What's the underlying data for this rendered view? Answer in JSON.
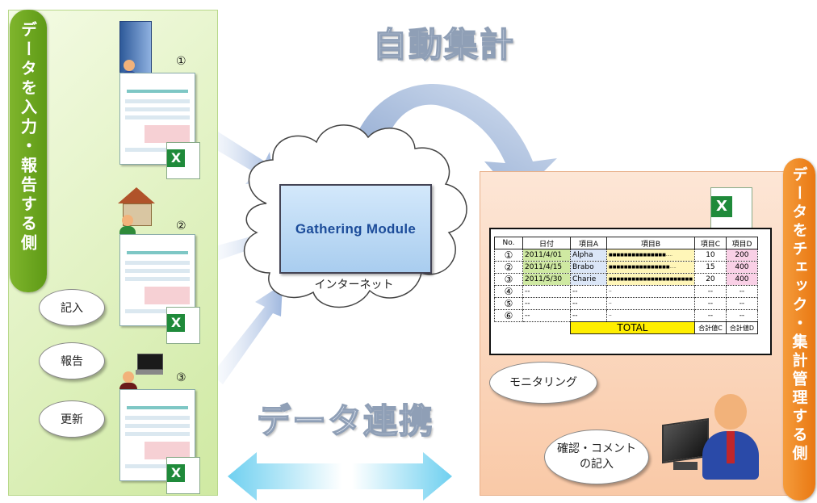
{
  "left_panel": {
    "label": "データを入力・報告する側",
    "markers": [
      "①",
      "②",
      "③"
    ],
    "actions": [
      "記入",
      "報告",
      "更新"
    ]
  },
  "center": {
    "auto_title": "自動集計",
    "module_title": "Gathering Module",
    "internet_label": "インターネット",
    "link_title": "データ連携"
  },
  "right_panel": {
    "label": "データをチェック・集計管理する側",
    "monitoring": "モニタリング",
    "confirm_line1": "確認・コメント",
    "confirm_line2": "の記入"
  },
  "table": {
    "headers": [
      "No.",
      "日付",
      "項目A",
      "項目B",
      "項目C",
      "項目D"
    ],
    "rows": [
      {
        "no": "①",
        "date": "2011/4/01",
        "a": "Alpha",
        "b": "■■■■■■■■■■■■■■■.....",
        "c": "10",
        "d": "200"
      },
      {
        "no": "②",
        "date": "2011/4/15",
        "a": "Brabo",
        "b": "■■■■■■■■■■■■■■■■.....",
        "c": "15",
        "d": "400"
      },
      {
        "no": "③",
        "date": "2011/5/30",
        "a": "Charie",
        "b": "■■■■■■■■■■■■■■■■■■■■■■",
        "c": "20",
        "d": "400"
      },
      {
        "no": "④",
        "date": "--",
        "a": "--",
        "b": "--",
        "c": "--",
        "d": "--"
      },
      {
        "no": "⑤",
        "date": "--",
        "a": "--",
        "b": "--",
        "c": "--",
        "d": "--"
      },
      {
        "no": "⑥",
        "date": "--",
        "a": "--",
        "b": "--",
        "c": "--",
        "d": "--"
      }
    ],
    "total_label": "TOTAL",
    "sum_c": "合計値C",
    "sum_d": "合計値D"
  },
  "colors": {
    "left_accent": "#6aa61d",
    "right_accent": "#ee8420",
    "module_text": "#1c4c9a",
    "total_fill": "#ffee00"
  },
  "icons": [
    "office-building-icon",
    "house-icon",
    "laptop-icon",
    "person-icon",
    "excel-icon",
    "monitor-icon"
  ]
}
